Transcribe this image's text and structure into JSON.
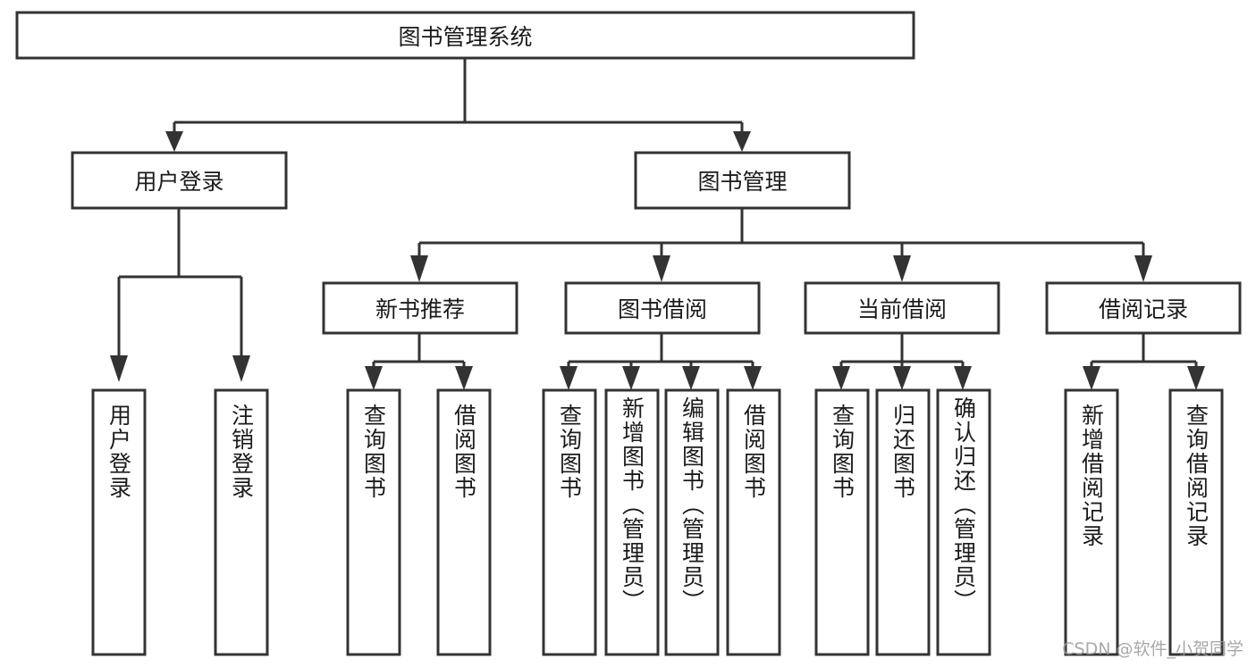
{
  "diagram": {
    "type": "tree",
    "title": "图书管理系统",
    "watermark": "CSDN @软件_小贺同学",
    "root": {
      "label": "图书管理系统"
    },
    "level2": [
      {
        "label": "用户登录"
      },
      {
        "label": "图书管理"
      }
    ],
    "level3": [
      {
        "label": "新书推荐"
      },
      {
        "label": "图书借阅"
      },
      {
        "label": "当前借阅"
      },
      {
        "label": "借阅记录"
      }
    ],
    "leaves": {
      "user_login": [
        {
          "label": "用户登录"
        },
        {
          "label": "注销登录"
        }
      ],
      "new_book": [
        {
          "label": "查询图书"
        },
        {
          "label": "借阅图书"
        }
      ],
      "book_borrow": [
        {
          "label": "查询图书"
        },
        {
          "label": "新增图书（管理员）"
        },
        {
          "label": "编辑图书（管理员）"
        },
        {
          "label": "借阅图书"
        }
      ],
      "current_borrow": [
        {
          "label": "查询图书"
        },
        {
          "label": "归还图书"
        },
        {
          "label": "确认归还（管理员）"
        }
      ],
      "borrow_record": [
        {
          "label": "新增借阅记录"
        },
        {
          "label": "查询借阅记录"
        }
      ]
    },
    "colors": {
      "stroke": "#333333",
      "fill": "#ffffff",
      "text": "#1b1b1b",
      "watermark": "#9a9a9a"
    }
  }
}
